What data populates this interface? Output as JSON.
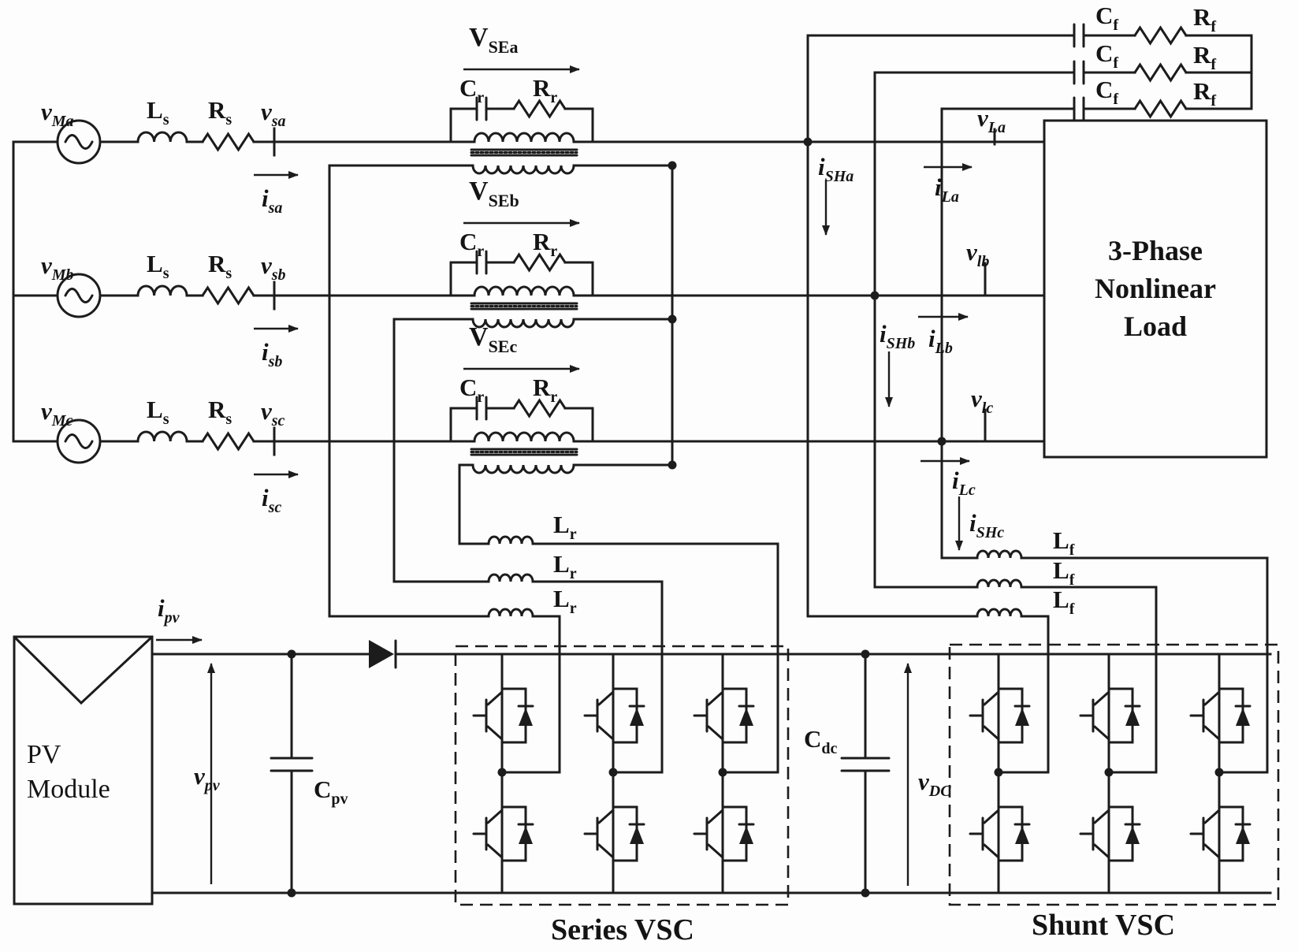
{
  "colors": {
    "ink": "#1c1c1c",
    "background": "#fdfdfd"
  },
  "labels": {
    "vMa": {
      "base": "v",
      "sub": "Ma"
    },
    "vMb": {
      "base": "v",
      "sub": "Mb"
    },
    "vMc": {
      "base": "v",
      "sub": "Mc"
    },
    "Ls": {
      "base": "L",
      "sub": "s"
    },
    "Rs": {
      "base": "R",
      "sub": "s"
    },
    "vsa": {
      "base": "v",
      "sub": "sa"
    },
    "vsb": {
      "base": "v",
      "sub": "sb"
    },
    "vsc": {
      "base": "v",
      "sub": "sc"
    },
    "isa": {
      "base": "i",
      "sub": "sa"
    },
    "isb": {
      "base": "i",
      "sub": "sb"
    },
    "isc": {
      "base": "i",
      "sub": "sc"
    },
    "VSEa": {
      "base": "V",
      "sub": "SEa"
    },
    "VSEb": {
      "base": "V",
      "sub": "SEb"
    },
    "VSEc": {
      "base": "V",
      "sub": "SEc"
    },
    "Cr": {
      "base": "C",
      "sub": "r"
    },
    "Rr": {
      "base": "R",
      "sub": "r"
    },
    "Lr": {
      "base": "L",
      "sub": "r"
    },
    "Cf": {
      "base": "C",
      "sub": "f"
    },
    "Rf": {
      "base": "R",
      "sub": "f"
    },
    "Lf": {
      "base": "L",
      "sub": "f"
    },
    "iSHa": {
      "base": "i",
      "sub": "SHa"
    },
    "iSHb": {
      "base": "i",
      "sub": "SHb"
    },
    "iSHc": {
      "base": "i",
      "sub": "SHc"
    },
    "iLa": {
      "base": "i",
      "sub": "La"
    },
    "iLb": {
      "base": "i",
      "sub": "Lb"
    },
    "iLc": {
      "base": "i",
      "sub": "Lc"
    },
    "vLa": {
      "base": "v",
      "sub": "La"
    },
    "vlb": {
      "base": "v",
      "sub": "lb"
    },
    "vlc": {
      "base": "v",
      "sub": "lc"
    },
    "ipv": {
      "base": "i",
      "sub": "pv"
    },
    "vpv": {
      "base": "v",
      "sub": "pv"
    },
    "Cpv": {
      "base": "C",
      "sub": "pv"
    },
    "Cdc": {
      "base": "C",
      "sub": "dc"
    },
    "vDC": {
      "base": "v",
      "sub": "DC"
    }
  },
  "blocks": {
    "pv_module": {
      "line1": "PV",
      "line2": "Module"
    },
    "load": {
      "line1": "3-Phase",
      "line2": "Nonlinear",
      "line3": "Load"
    },
    "series_vsc": "Series VSC",
    "shunt_vsc": "Shunt VSC"
  }
}
